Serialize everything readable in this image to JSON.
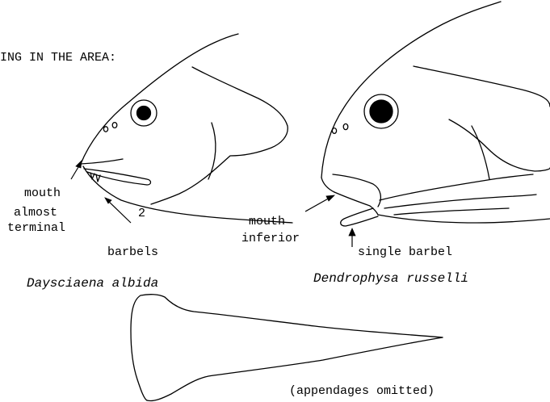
{
  "header_text": "ING IN THE AREA:",
  "left_species": {
    "labels": {
      "mouth_line1": "mouth",
      "mouth_line2": "almost",
      "mouth_line3": "terminal",
      "barbel_count": "2",
      "barbel_word": "barbels"
    },
    "caption": "Daysciaena albida"
  },
  "right_species": {
    "labels": {
      "mouth_line1": "mouth",
      "mouth_line2": "inferior",
      "barbel": "single barbel"
    },
    "caption": "Dendrophysa russelli"
  },
  "bottom_note": "(appendages omitted)"
}
